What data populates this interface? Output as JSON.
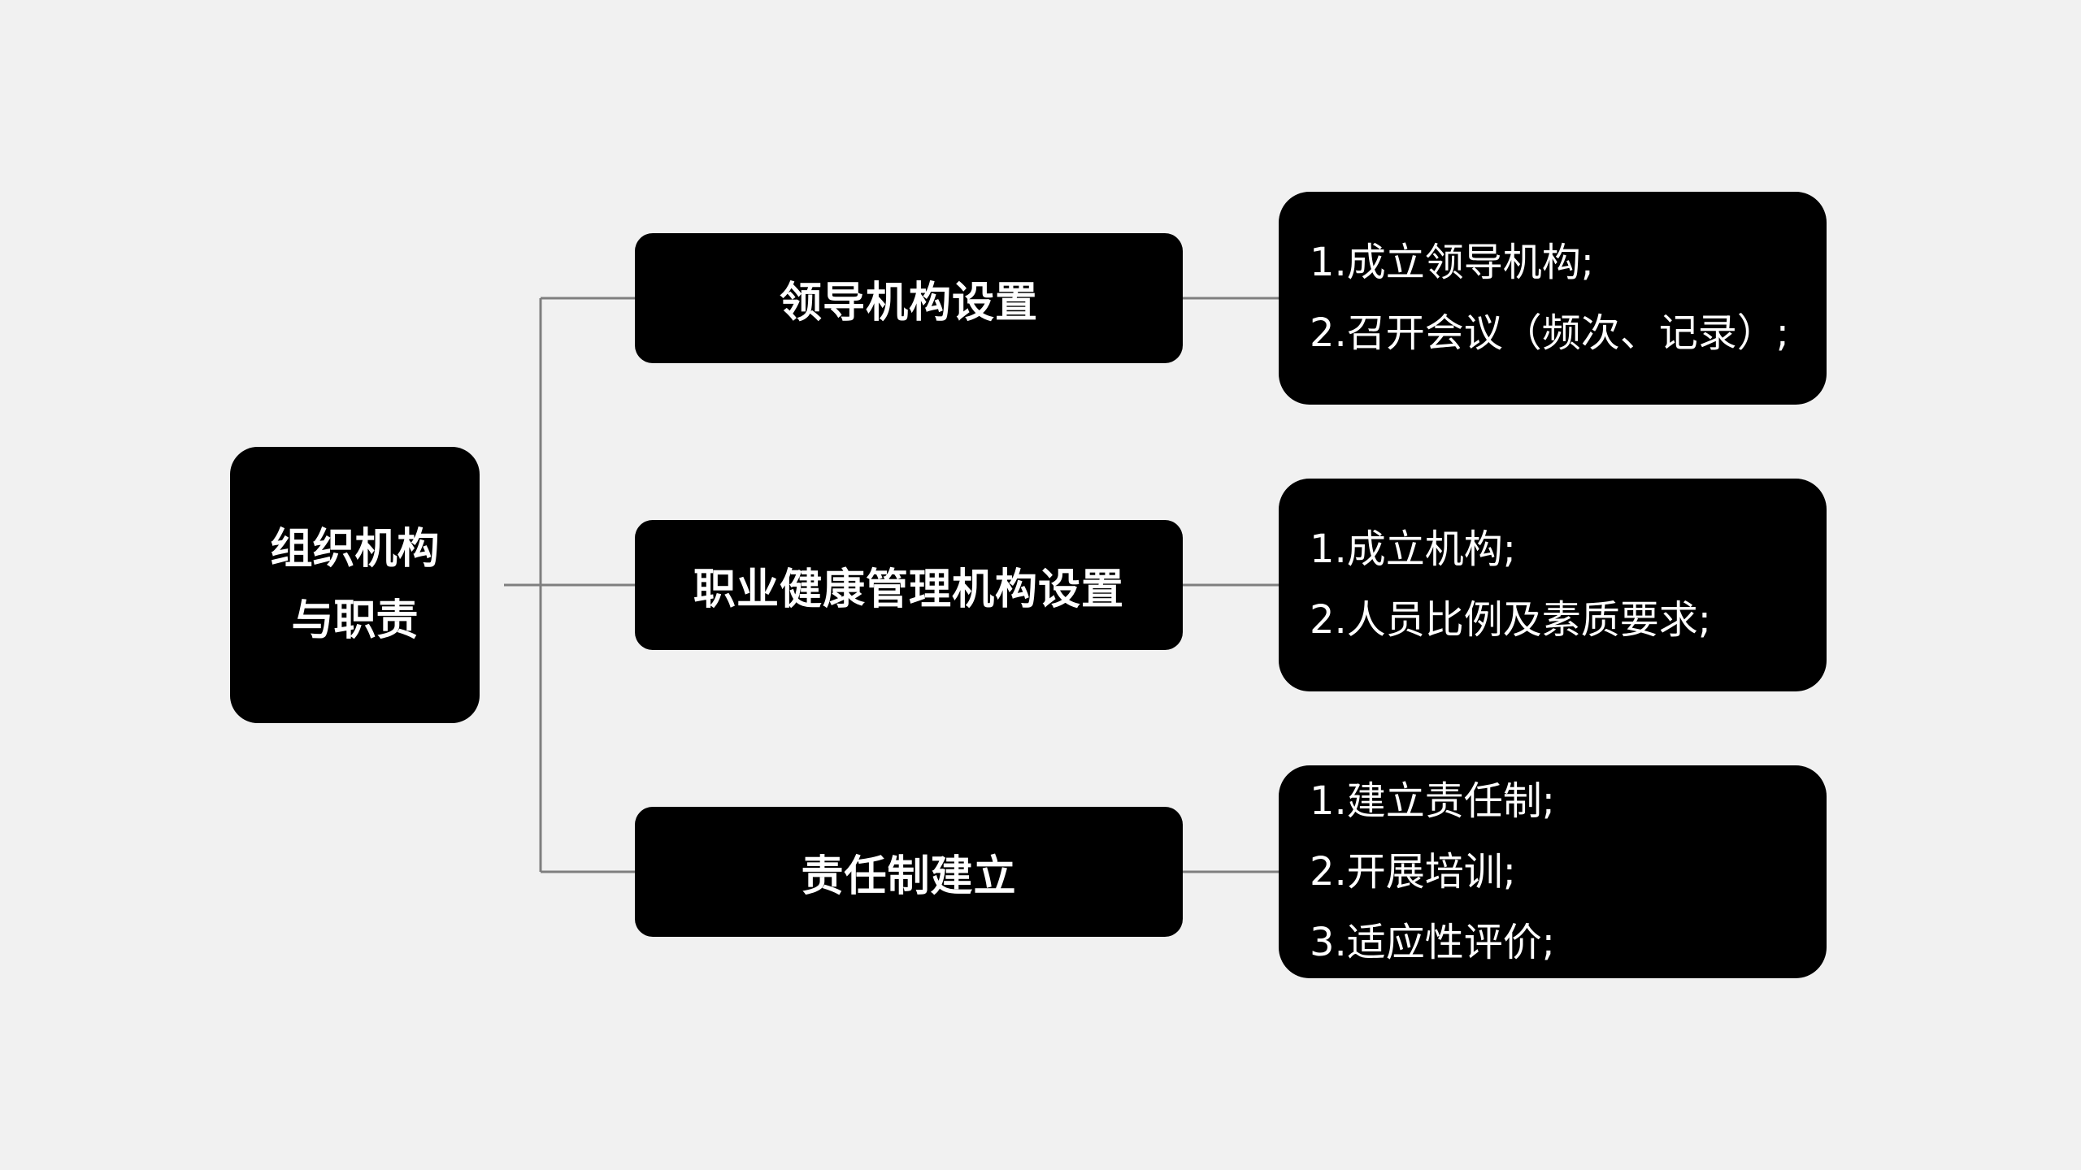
{
  "colors": {
    "background": "#f1f1f1",
    "node_fill": "#000000",
    "node_text": "#ffffff",
    "connector": "#7f7f7f"
  },
  "root": {
    "lines": [
      "组织机构",
      "与职责"
    ]
  },
  "branches": [
    {
      "title": "领导机构设置",
      "items": [
        "1.成立领导机构;",
        "2.召开会议（频次、记录）;"
      ]
    },
    {
      "title": "职业健康管理机构设置",
      "items": [
        "1.成立机构;",
        "2.人员比例及素质要求;"
      ]
    },
    {
      "title": "责任制建立",
      "items": [
        "1.建立责任制;",
        "2.开展培训;",
        "3.适应性评价;"
      ]
    }
  ]
}
